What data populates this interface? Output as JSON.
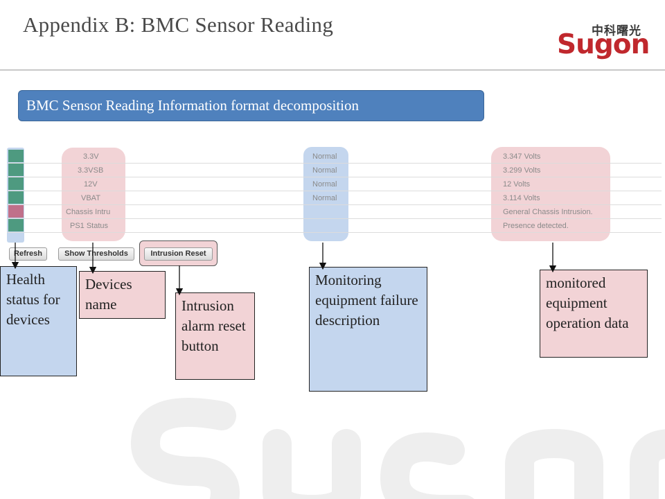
{
  "slide": {
    "title": "Appendix B: BMC Sensor Reading",
    "logo_cn": "中科曙光",
    "logo_en": "Sugon",
    "watermark": "Sugon"
  },
  "banner": {
    "text": "BMC Sensor Reading Information format decomposition"
  },
  "sensor_table": {
    "rows": [
      {
        "status": "ok",
        "name": "3.3V",
        "state": "Normal",
        "reading": "3.347 Volts"
      },
      {
        "status": "ok",
        "name": "3.3VSB",
        "state": "Normal",
        "reading": "3.299 Volts"
      },
      {
        "status": "ok",
        "name": "12V",
        "state": "Normal",
        "reading": "12 Volts"
      },
      {
        "status": "ok",
        "name": "VBAT",
        "state": "Normal",
        "reading": "3.114 Volts"
      },
      {
        "status": "alert",
        "name": "Chassis Intru",
        "state": "",
        "reading": "General Chassis Intrusion."
      },
      {
        "status": "ok",
        "name": "PS1 Status",
        "state": "",
        "reading": "Presence detected."
      }
    ],
    "status_colors": {
      "ok": "#4e9a80",
      "alert": "#c0708a"
    }
  },
  "buttons": {
    "refresh": "Refresh",
    "show_thresholds": "Show Thresholds",
    "intrusion_reset": "Intrusion Reset"
  },
  "callouts": {
    "health": "Health status for devices",
    "devices": "Devices name",
    "intrusion": "Intrusion alarm reset button",
    "monitoring": "Monitoring equipment failure description",
    "monitored": "monitored equipment operation data"
  },
  "colors": {
    "banner": "#4f81bd",
    "highlight_pink": "#f2d3d6",
    "highlight_blue": "#c4d6ee",
    "logo_red": "#c0282d"
  }
}
